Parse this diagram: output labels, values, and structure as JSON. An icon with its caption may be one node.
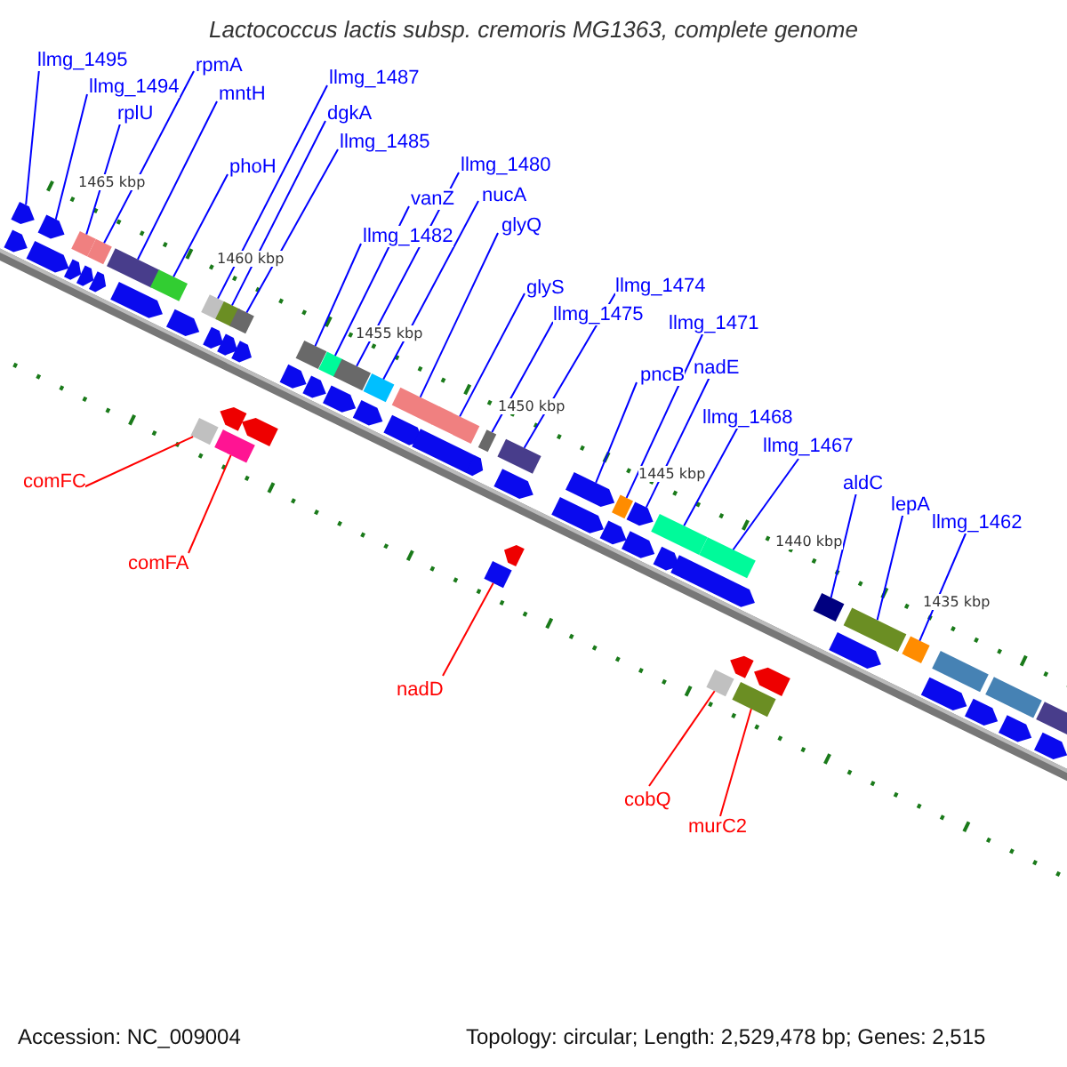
{
  "diagram": {
    "title": "Lactococcus lactis subsp. cremoris MG1363, complete genome",
    "nodes": [
      {
        "text": [
          "llmg_1495"
        ]
      },
      {
        "text": [
          "rpmA"
        ]
      },
      {
        "text": [
          "llmg_1487"
        ]
      },
      {
        "text": [
          "llmg_1494"
        ]
      },
      {
        "text": [
          "mntH"
        ]
      },
      {
        "text": [
          "dgkA"
        ]
      },
      {
        "text": [
          "rplU"
        ]
      },
      {
        "text": [
          "llmg_1485"
        ]
      },
      {
        "text": [
          "llmg_1480"
        ]
      },
      {
        "text": [
          "phoH"
        ]
      },
      {
        "text": [
          "nucA"
        ]
      },
      {
        "text": [
          "vanZ"
        ]
      },
      {
        "text": [
          "glyQ"
        ]
      },
      {
        "text": [
          "llmg_1482"
        ]
      },
      {
        "text": [
          "llmg_1474"
        ]
      },
      {
        "text": [
          "glyS"
        ]
      },
      {
        "text": [
          "llmg_1475"
        ]
      },
      {
        "text": [
          "llmg_1471"
        ]
      },
      {
        "text": [
          "nadE"
        ]
      },
      {
        "text": [
          "pncB"
        ]
      },
      {
        "text": [
          "llmg_1468"
        ]
      },
      {
        "text": [
          "llmg_1467"
        ]
      },
      {
        "text": [
          "aldC"
        ]
      },
      {
        "text": [
          "comFC"
        ]
      },
      {
        "text": [
          "lepA"
        ]
      },
      {
        "text": [
          "llmg_1462"
        ]
      },
      {
        "text": [
          "comFA"
        ]
      },
      {
        "text": [
          "nadD"
        ]
      },
      {
        "text": [
          "cobQ"
        ]
      },
      {
        "text": [
          "murC2"
        ]
      },
      {
        "text": [],
        "shape": "bar"
      },
      {
        "text": [],
        "shape": "bar"
      },
      {
        "text": [],
        "shape": "bar"
      },
      {
        "text": [],
        "shape": "bar"
      },
      {
        "text": [],
        "shape": "bar"
      },
      {
        "text": [],
        "shape": "bar"
      },
      {
        "text": [],
        "shape": "bar"
      },
      {
        "text": [],
        "shape": "bar"
      },
      {
        "text": [],
        "shape": "bar"
      },
      {
        "text": [],
        "shape": "bar"
      },
      {
        "text": [],
        "shape": "bar"
      },
      {
        "text": [],
        "shape": "bar"
      },
      {
        "text": [],
        "shape": "bar"
      },
      {
        "text": [],
        "shape": "bar"
      },
      {
        "text": [],
        "shape": "bar"
      },
      {
        "text": [],
        "shape": "bar"
      },
      {
        "text": [],
        "shape": "bar"
      },
      {
        "text": [],
        "shape": "bar"
      },
      {
        "text": [],
        "shape": "bar"
      },
      {
        "text": [],
        "shape": "bar"
      },
      {
        "text": [],
        "shape": "bar"
      },
      {
        "text": [],
        "shape": "bar"
      },
      {
        "text": [],
        "shape": "bar"
      },
      {
        "text": [],
        "shape": "bar"
      },
      {
        "text": [],
        "shape": "bar"
      },
      {
        "text": [],
        "shape": "bar"
      },
      {
        "text": [],
        "shape": "bar"
      },
      {
        "text": [],
        "shape": "bar"
      },
      {
        "text": [],
        "shape": "bar"
      },
      {
        "text": [],
        "shape": "bar"
      },
      {
        "text": [],
        "shape": "bar"
      },
      {
        "text": [],
        "shape": "bar"
      },
      {
        "text": [],
        "shape": "bar"
      },
      {
        "text": [],
        "shape": "bar"
      },
      {
        "text": [],
        "shape": "bar"
      },
      {
        "text": [],
        "shape": "bar"
      },
      {
        "text": [],
        "shape": "bar"
      },
      {
        "text": [],
        "shape": "bar"
      },
      {
        "text": [],
        "shape": "bar"
      },
      {
        "text": [],
        "shape": "bar"
      },
      {
        "text": [],
        "shape": "bar"
      },
      {
        "text": [],
        "shape": "bar"
      },
      {
        "text": [],
        "shape": "bar"
      },
      {
        "text": [],
        "shape": "bar"
      },
      {
        "text": [],
        "shape": "bar"
      },
      {
        "text": [],
        "shape": "bar"
      },
      {
        "text": [],
        "shape": "bar"
      },
      {
        "text": [],
        "shape": "bar"
      },
      {
        "text": [],
        "shape": "bar"
      },
      {
        "text": [],
        "shape": "bar"
      },
      {
        "text": [],
        "shape": "bar"
      },
      {
        "text": [],
        "shape": "bar"
      },
      {
        "text": [],
        "shape": "bar"
      },
      {
        "text": [],
        "shape": "bar"
      },
      {
        "text": [],
        "shape": "bar"
      },
      {
        "text": [],
        "shape": "bar"
      },
      {
        "text": [],
        "shape": "bar"
      },
      {
        "text": [],
        "shape": "bar"
      },
      {
        "text": [],
        "shape": "bar"
      },
      {
        "text": [],
        "shape": "bar"
      },
      {
        "text": [],
        "shape": "bar"
      },
      {
        "text": [],
        "shape": "bar"
      },
      {
        "text": [],
        "shape": "bar"
      },
      {
        "text": [],
        "shape": "bar"
      },
      {
        "text": [],
        "shape": "bar"
      },
      {
        "text": [],
        "shape": "bar"
      }
    ],
    "edges": [
      {
        "from": 0,
        "to": 30,
        "arrow": "none"
      },
      {
        "from": 1,
        "to": 33,
        "arrow": "none"
      },
      {
        "from": 2,
        "to": 37,
        "arrow": "none"
      },
      {
        "from": 3,
        "to": 31,
        "arrow": "none"
      },
      {
        "from": 4,
        "to": 34,
        "arrow": "none"
      },
      {
        "from": 5,
        "to": 38,
        "arrow": "none"
      },
      {
        "from": 6,
        "to": 32,
        "arrow": "none"
      },
      {
        "from": 7,
        "to": 40,
        "arrow": "none"
      },
      {
        "from": 8,
        "to": 43,
        "arrow": "none"
      },
      {
        "from": 9,
        "to": 35,
        "arrow": "none"
      },
      {
        "from": 10,
        "to": 44,
        "arrow": "none"
      },
      {
        "from": 11,
        "to": 42,
        "arrow": "none"
      },
      {
        "from": 12,
        "to": 45,
        "arrow": "none"
      },
      {
        "from": 13,
        "to": 41,
        "arrow": "none"
      },
      {
        "from": 14,
        "to": 49,
        "arrow": "none"
      },
      {
        "from": 15,
        "to": 46,
        "arrow": "none"
      },
      {
        "from": 16,
        "to": 47,
        "arrow": "none"
      },
      {
        "from": 17,
        "to": 51,
        "arrow": "none"
      },
      {
        "from": 18,
        "to": 52,
        "arrow": "none"
      },
      {
        "from": 19,
        "to": 50,
        "arrow": "none"
      },
      {
        "from": 20,
        "to": 53,
        "arrow": "none"
      },
      {
        "from": 21,
        "to": 55,
        "arrow": "none"
      },
      {
        "from": 22,
        "to": 57,
        "arrow": "none"
      },
      {
        "from": 23,
        "to": 36,
        "arrow": "none",
        "color": "#ff0000"
      },
      {
        "from": 24,
        "to": 58,
        "arrow": "none"
      },
      {
        "from": 25,
        "to": 59,
        "arrow": "none"
      },
      {
        "from": 26,
        "to": 39,
        "arrow": "none",
        "color": "#ff0000"
      },
      {
        "from": 27,
        "to": 48,
        "arrow": "none",
        "color": "#ff0000"
      },
      {
        "from": 28,
        "to": 54,
        "arrow": "none",
        "color": "#ff0000"
      },
      {
        "from": 29,
        "to": 56,
        "arrow": "none",
        "color": "#ff0000"
      }
    ],
    "labels": [
      "1465 kbp",
      "1460 kbp",
      "1455 kbp",
      "1450 kbp",
      "1445 kbp",
      "1440 kbp",
      "1435 kbp",
      "Accession: NC_009004",
      "Topology: circular; Length: 2,529,478 bp; Genes: 2,515"
    ]
  }
}
